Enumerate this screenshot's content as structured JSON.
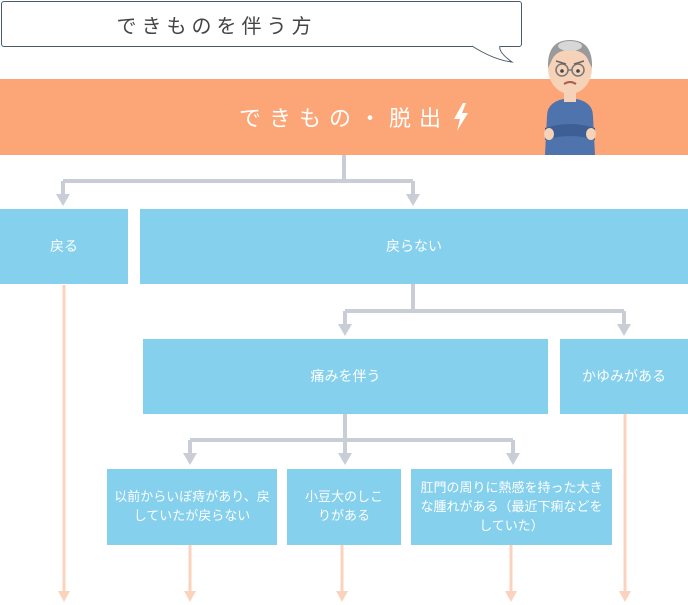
{
  "header": {
    "bubble_title": "できものを伴う方",
    "banner_title": "できもの・脱出"
  },
  "nodes": {
    "returns": "戻る",
    "not_returns": "戻らない",
    "with_pain": "痛みを伴う",
    "itchy": "かゆみがある",
    "history": "以前からいぼ痔があり、戻していたが戻らない",
    "lump": "小豆大のしこりがある",
    "swelling": "肛門の周りに熱感を持った大きな腫れがある（最近下痢などをしていた）"
  },
  "colors": {
    "banner": "#fca576",
    "box": "#85d0ec",
    "connector": "#c9cdd6",
    "terminal_arrow": "#fbd3bd"
  },
  "icons": [
    "lightning-bolt-icon",
    "worried-elderly-man-illustration"
  ]
}
